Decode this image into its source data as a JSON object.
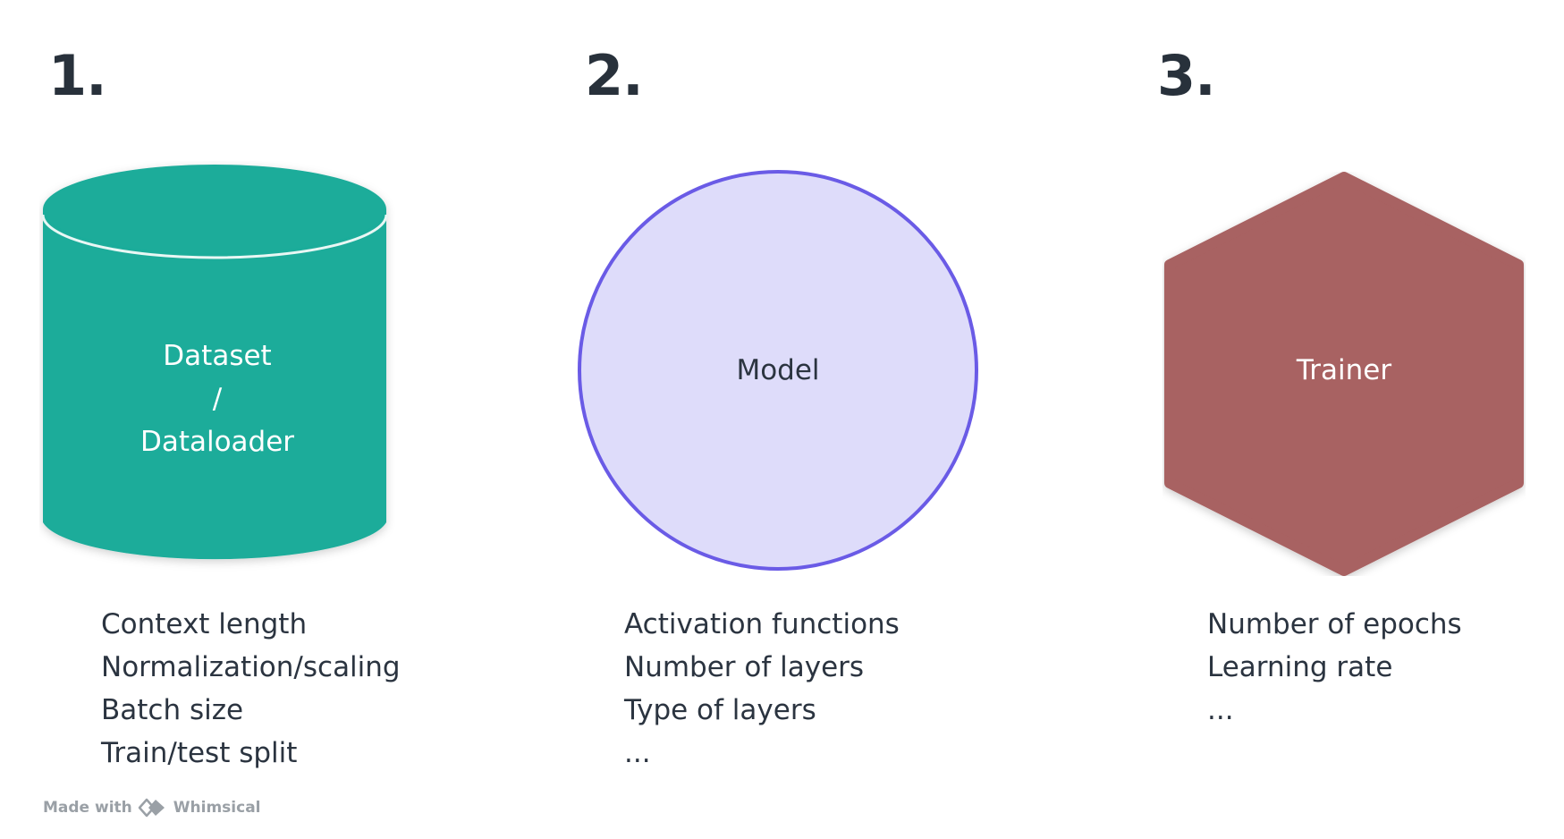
{
  "steps": [
    {
      "number": "1.",
      "label_lines": [
        "Dataset",
        "/",
        "Dataloader"
      ],
      "shape": "cylinder",
      "color": "#1aac9a",
      "params": [
        "Context length",
        "Normalization/scaling",
        "Batch size",
        "Train/test split"
      ]
    },
    {
      "number": "2.",
      "label_lines": [
        "Model"
      ],
      "shape": "circle",
      "color": "#dedcfa",
      "stroke": "#6a5be6",
      "params": [
        "Activation functions",
        "Number of layers",
        "Type of layers",
        "..."
      ]
    },
    {
      "number": "3.",
      "label_lines": [
        "Trainer"
      ],
      "shape": "hexagon",
      "color": "#a86262",
      "params": [
        "Number of epochs",
        "Learning rate",
        "..."
      ]
    }
  ],
  "footer": {
    "made_with": "Made with",
    "brand": "Whimsical",
    "icon": "whimsical-logo-icon"
  }
}
